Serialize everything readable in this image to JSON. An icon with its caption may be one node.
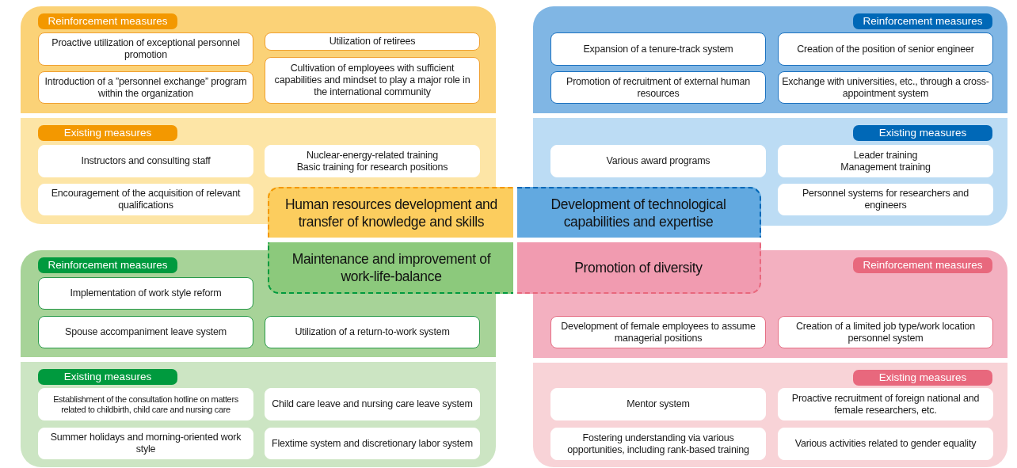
{
  "diagram": {
    "nodes": [
      {
        "text": [
          "Reinforcement measures"
        ]
      },
      {
        "text": [
          "Proactive utilization of exceptional personnel promotion"
        ],
        "in": 0
      },
      {
        "text": [
          "Utilization of retirees"
        ],
        "in": 0
      },
      {
        "text": [
          "Introduction of a ”personnel exchange” program within the organization"
        ],
        "in": 0
      },
      {
        "text": [
          "Cultivation of employees with sufficient capabilities and mindset to play a major role in the international community"
        ],
        "in": 0
      },
      {
        "text": [
          "Existing measures"
        ]
      },
      {
        "text": [
          "Instructors and consulting staff"
        ],
        "in": 5
      },
      {
        "text": [
          "Nuclear-energy-related training",
          "Basic training for research positions"
        ],
        "in": 5
      },
      {
        "text": [
          "Encouragement of the acquisition of relevant qualifications"
        ],
        "in": 5
      },
      {
        "text": [
          "Reinforcement measures"
        ]
      },
      {
        "text": [
          "Expansion of a tenure-track system"
        ],
        "in": 9
      },
      {
        "text": [
          "Creation of the position of senior engineer"
        ],
        "in": 9
      },
      {
        "text": [
          "Promotion of recruitment of external human resources"
        ],
        "in": 9
      },
      {
        "text": [
          "Exchange with universities, etc., through a cross-appointment system"
        ],
        "in": 9
      },
      {
        "text": [
          "Existing measures"
        ]
      },
      {
        "text": [
          "Various award programs"
        ],
        "in": 14
      },
      {
        "text": [
          "Leader training",
          "Management training"
        ],
        "in": 14
      },
      {
        "text": [
          "Personnel systems for researchers and engineers"
        ],
        "in": 14
      },
      {
        "text": [
          "Reinforcement measures"
        ]
      },
      {
        "text": [
          "Implementation of work style reform"
        ],
        "in": 18
      },
      {
        "text": [
          "Spouse accompaniment leave system"
        ],
        "in": 18
      },
      {
        "text": [
          "Utilization of a return-to-work system"
        ],
        "in": 18
      },
      {
        "text": [
          "Existing measures"
        ]
      },
      {
        "text": [
          "Establishment of the consultation hotline on matters related to childbirth, child care and nursing care"
        ],
        "in": 22
      },
      {
        "text": [
          "Child care leave and nursing care leave system"
        ],
        "in": 22
      },
      {
        "text": [
          "Summer holidays and morning-oriented work style"
        ],
        "in": 22
      },
      {
        "text": [
          "Flextime system and discretionary labor system"
        ],
        "in": 22
      },
      {
        "text": [
          "Reinforcement measures"
        ]
      },
      {
        "text": [
          "Development of female employees to assume managerial positions"
        ],
        "in": 27
      },
      {
        "text": [
          "Creation of a limited job type/work location personnel system"
        ],
        "in": 27
      },
      {
        "text": [
          "Existing measures"
        ]
      },
      {
        "text": [
          "Mentor system"
        ],
        "in": 30
      },
      {
        "text": [
          "Proactive recruitment of foreign national and female researchers, etc."
        ],
        "in": 30
      },
      {
        "text": [
          "Fostering understanding via various opportunities, including rank-based training"
        ],
        "in": 30
      },
      {
        "text": [
          "Various activities related to gender equality"
        ],
        "in": 30
      },
      {
        "text": [
          "Human resources development and transfer of knowledge and skills"
        ]
      },
      {
        "text": [
          "Development of technological capabilities and expertise"
        ]
      },
      {
        "text": [
          "Maintenance and improvement of work-life-balance"
        ]
      },
      {
        "text": [
          "Promotion of diversity"
        ]
      }
    ]
  }
}
